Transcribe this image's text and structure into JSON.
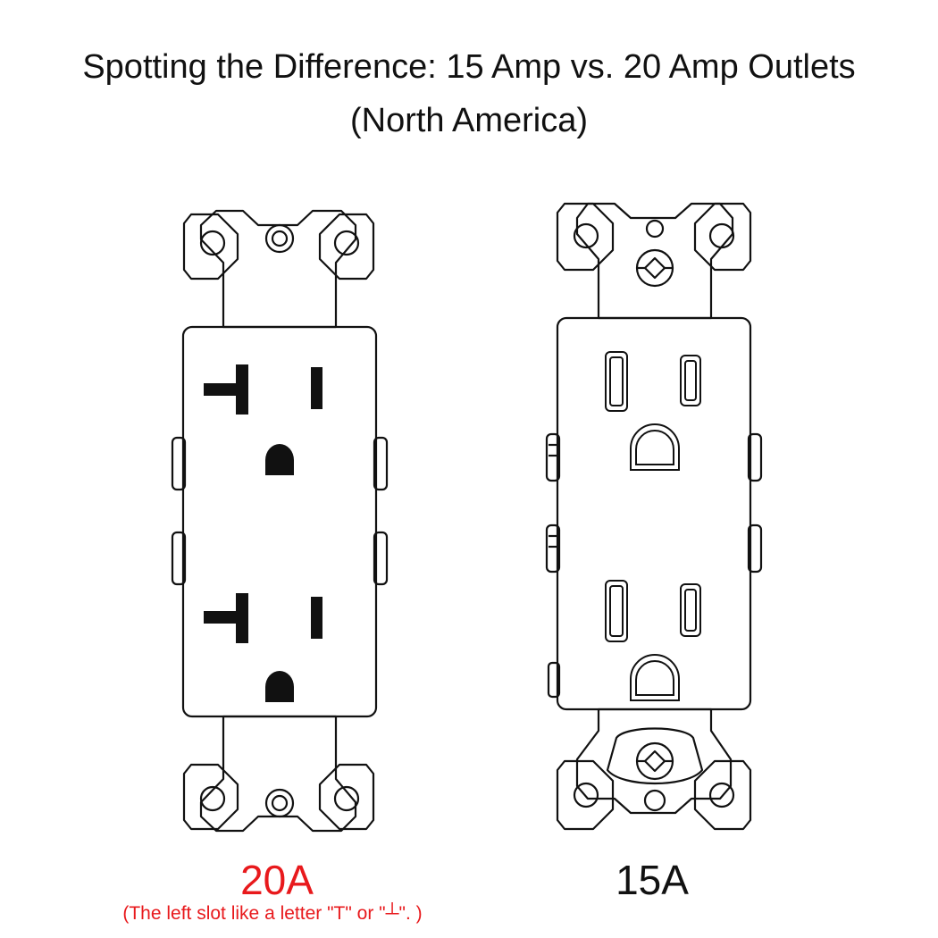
{
  "title": {
    "line1": "Spotting the Difference: 15 Amp vs. 20 Amp Outlets",
    "line2": "(North America)"
  },
  "outlets": [
    {
      "id": "20a",
      "label": "20A",
      "label_color": "#e8191c",
      "note": "(The left slot like a letter \"T\" or \"┴\". )",
      "slot_style": "t-shaped-filled"
    },
    {
      "id": "15a",
      "label": "15A",
      "label_color": "#111111",
      "note": "",
      "slot_style": "straight-outlined"
    }
  ],
  "colors": {
    "line": "#111111",
    "accent": "#e8191c",
    "background": "#ffffff"
  }
}
